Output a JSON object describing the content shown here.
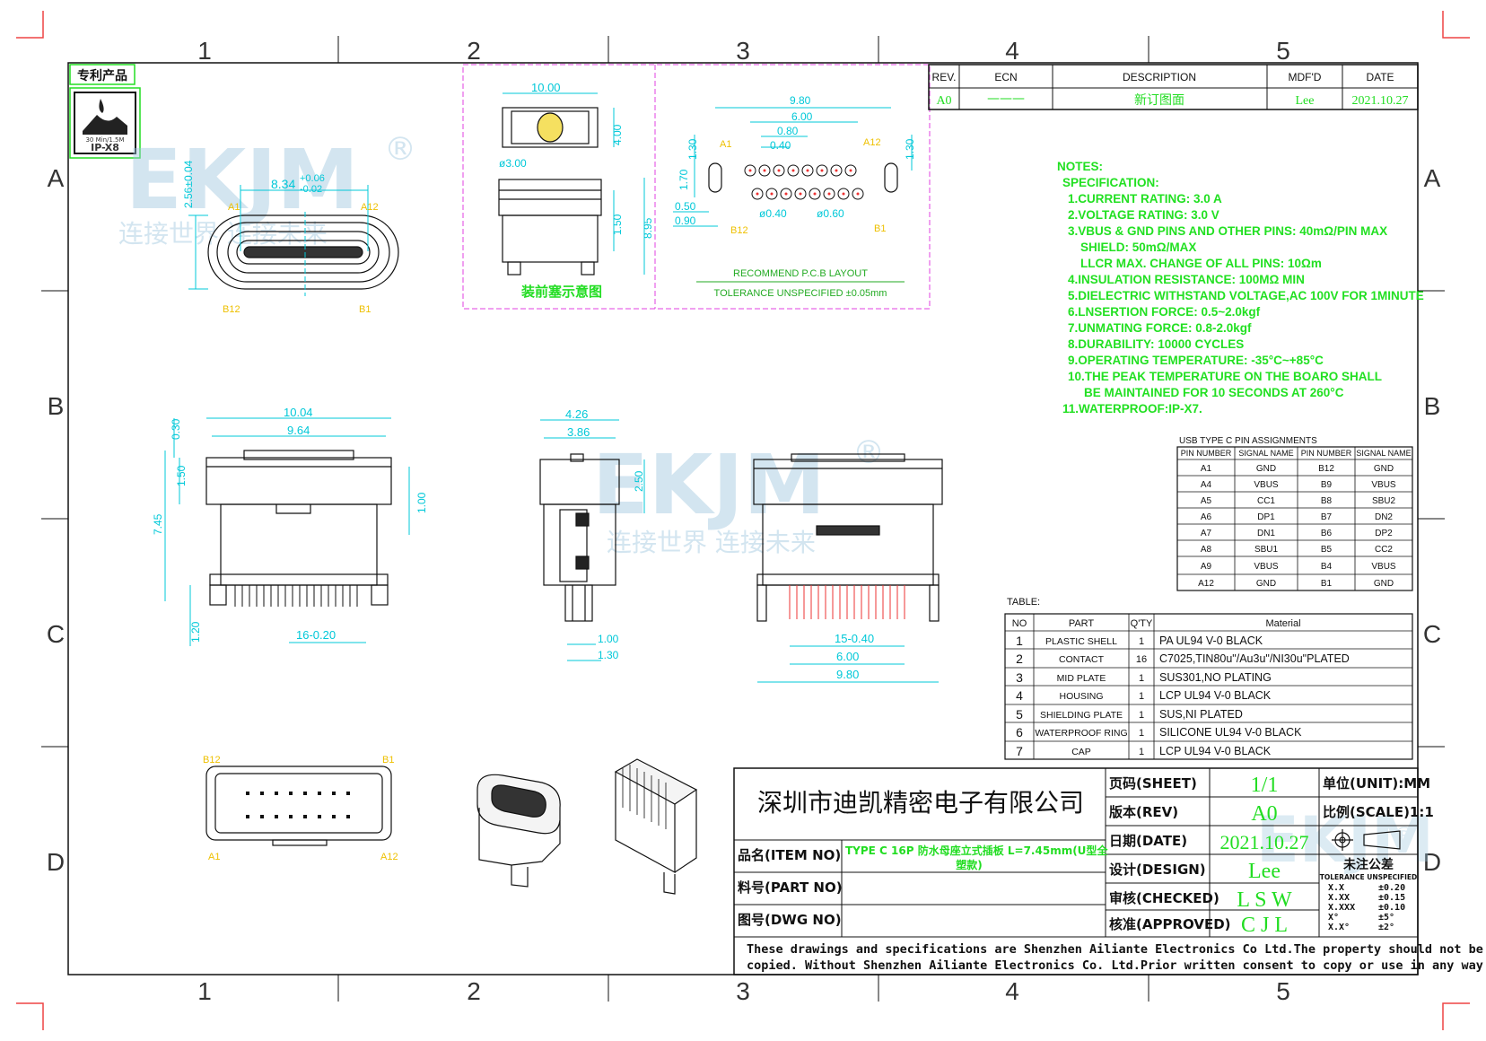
{
  "grid": {
    "columns": [
      "1",
      "2",
      "3",
      "4",
      "5"
    ],
    "rows": [
      "A",
      "B",
      "C",
      "D"
    ]
  },
  "patent": {
    "label": "专利产品",
    "badge_small": "30 Min/1.5M",
    "badge_rating": "IP-X8"
  },
  "watermark": {
    "brand": "EKJM",
    "reg": "®",
    "slogan": "连接世界 连接未来"
  },
  "revision": {
    "headers": [
      "REV.",
      "ECN",
      "DESCRIPTION",
      "MDF'D",
      "DATE"
    ],
    "row": {
      "rev": "A0",
      "ecn": "———",
      "description": "新订图面",
      "mdfd": "Lee",
      "date": "2021.10.27"
    }
  },
  "notes": {
    "title": "NOTES:",
    "spec": "SPECIFICATION:",
    "lines": [
      "1.CURRENT RATING: 3.0 A",
      "2.VOLTAGE RATING: 3.0 V",
      "3.VBUS & GND PINS AND OTHER PINS: 40mΩ/PIN MAX",
      "SHIELD: 50mΩ/MAX",
      "LLCR MAX. CHANGE OF ALL PINS: 10Ωm",
      "4.INSULATION RESISTANCE:  100MΩ MIN",
      "5.DIELECTRIC WITHSTAND VOLTAGE,AC 100V FOR 1MINUTE",
      "6.LNSERTION FORCE: 0.5~2.0kgf",
      "7.UNMATING FORCE: 0.8-2.0kgf",
      "8.DURABILITY: 10000 CYCLES",
      "9.OPERATING TEMPERATURE: -35°C~+85°C",
      "10.THE PEAK TEMPERATURE ON THE BOARO SHALL",
      "BE MAINTAINED FOR 10 SECONDS AT 260°C",
      "11.WATERPROOF:IP-X7."
    ]
  },
  "pin_table": {
    "title": "USB TYPE C PIN ASSIGNMENTS",
    "headers": [
      "PIN NUMBER",
      "SIGNAL NAME",
      "PIN NUMBER",
      "SIGNAL NAME"
    ],
    "rows": [
      [
        "A1",
        "GND",
        "B12",
        "GND"
      ],
      [
        "A4",
        "VBUS",
        "B9",
        "VBUS"
      ],
      [
        "A5",
        "CC1",
        "B8",
        "SBU2"
      ],
      [
        "A6",
        "DP1",
        "B7",
        "DN2"
      ],
      [
        "A7",
        "DN1",
        "B6",
        "DP2"
      ],
      [
        "A8",
        "SBU1",
        "B5",
        "CC2"
      ],
      [
        "A9",
        "VBUS",
        "B4",
        "VBUS"
      ],
      [
        "A12",
        "GND",
        "B1",
        "GND"
      ]
    ]
  },
  "material_table": {
    "title": "TABLE:",
    "headers": [
      "NO",
      "PART",
      "Q'TY",
      "Material"
    ],
    "rows": [
      [
        "1",
        "PLASTIC SHELL",
        "1",
        "PA UL94 V-0 BLACK"
      ],
      [
        "2",
        "CONTACT",
        "16",
        "C7025,TIN80u\"/Au3u\"/NI30u\"PLATED"
      ],
      [
        "3",
        "MID PLATE",
        "1",
        "SUS301,NO PLATING"
      ],
      [
        "4",
        "HOUSING",
        "1",
        "LCP UL94 V-0 BLACK"
      ],
      [
        "5",
        "SHIELDING PLATE",
        "1",
        "SUS,NI PLATED"
      ],
      [
        "6",
        "WATERPROOF RING",
        "1",
        "SILICONE UL94 V-0 BLACK"
      ],
      [
        "7",
        "CAP",
        "1",
        "LCP UL94 V-0 BLACK"
      ]
    ]
  },
  "title_block": {
    "company": "深圳市迪凯精密电子有限公司",
    "item_no_label": "品名(ITEM NO)",
    "item_no_value_1": "TYPE C 16P 防水母座立式插板 L=7.45mm(U型全",
    "item_no_value_2": "塑款)",
    "part_no_label": "料号(PART NO)",
    "dwg_no_label": "图号(DWG NO)",
    "sheet_label": "页码(SHEET)",
    "sheet_value": "1/1",
    "rev_label": "版本(REV)",
    "rev_value": "A0",
    "date_label": "日期(DATE)",
    "date_value": "2021.10.27",
    "design_label": "设计(DESIGN)",
    "design_value": "Lee",
    "checked_label": "审核(CHECKED)",
    "checked_value": "L S W",
    "approved_label": "核准(APPROVED)",
    "approved_value": "C J L",
    "unit_label": "单位(UNIT):MM",
    "scale_label": "比例(SCALE)1:1",
    "tol_title": "未注公差",
    "tol_sub": "TOLERANCE UNSPECIFIED",
    "tolerances": [
      [
        "X.X",
        "±0.20"
      ],
      [
        "X.XX",
        "±0.15"
      ],
      [
        "X.XXX",
        "±0.10"
      ],
      [
        "X°",
        "±5°"
      ],
      [
        "X.X°",
        "±2°"
      ]
    ],
    "disclaimer_1": "These drawings and specifications are Shenzhen Ailiante Electronics Co Ltd.The property should not be",
    "disclaimer_2": "copied. Without Shenzhen Ailiante Electronics Co. Ltd.Prior written consent to copy or use in any way"
  },
  "views": {
    "front": {
      "w": "8.34",
      "tol_up": "+0.06",
      "tol_dn": "-0.02",
      "h": "2.56±0.04",
      "a1": "A1",
      "a12": "A12",
      "b12": "B12",
      "b1": "B1"
    },
    "cap": {
      "w": "10.00",
      "h": "4.00",
      "dia": "ø3.00",
      "d1": "1.50",
      "d2": "8.95",
      "caption": "装前塞示意图"
    },
    "pcb": {
      "w1": "9.80",
      "w2": "6.00",
      "w3": "0.80",
      "w4": "0.40",
      "h1": "1.30",
      "h2": "1.70",
      "d1": "0.50",
      "d2": "0.90",
      "d3": "ø0.40",
      "d4": "ø0.60",
      "h3": "1.30",
      "a1": "A1",
      "a12": "A12",
      "b12": "B12",
      "b1": "B1",
      "caption": "RECOMMEND P.C.B LAYOUT",
      "tolerance": "TOLERANCE UNSPECIFIED ±0.05mm"
    },
    "side": {
      "w1": "10.04",
      "w2": "9.64",
      "h1": "0.30",
      "h2": "1.50",
      "h3": "7.45",
      "h4": "1.20",
      "pitch": "16-0.20",
      "h5": "1.00"
    },
    "narrow": {
      "w1": "4.26",
      "w2": "3.86",
      "h1": "2.50",
      "d1": "1.00",
      "d2": "1.30"
    },
    "rear": {
      "pitch": "15-0.40",
      "w1": "6.00",
      "w2": "9.80"
    },
    "bottom": {
      "b12": "B12",
      "b1": "B1",
      "a1": "A1",
      "a12": "A12"
    }
  }
}
